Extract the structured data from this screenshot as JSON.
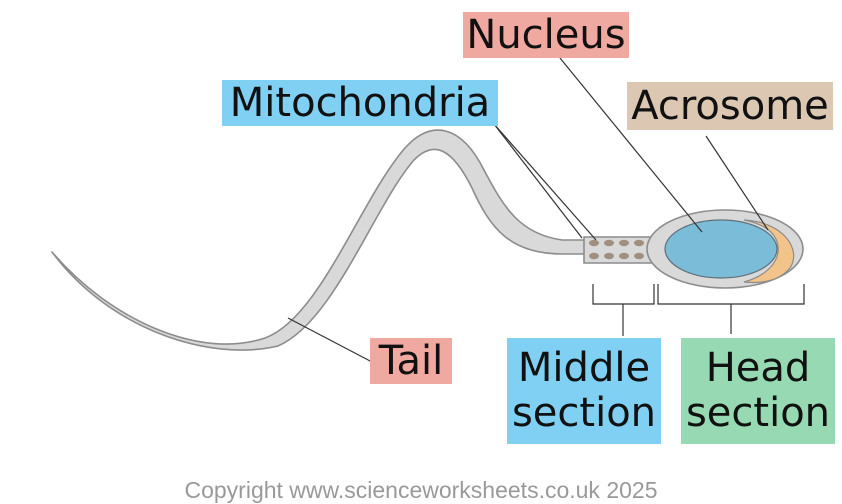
{
  "labels": {
    "nucleus": "Nucleus",
    "mitochondria": "Mitochondria",
    "acrosome": "Acrosome",
    "tail": "Tail",
    "middle_section": [
      "Middle",
      "section"
    ],
    "head_section": [
      "Head",
      "section"
    ]
  },
  "copyright": "Copyright www.scienceworksheets.co.uk 2025",
  "colors": {
    "nucleus_label_bg": "#f0a9a0",
    "mitochondria_label_bg": "#7fd0f2",
    "acrosome_label_bg": "#dcc7b3",
    "tail_label_bg": "#f0a9a0",
    "middle_label_bg": "#7fd0f2",
    "head_label_bg": "#96d9b2",
    "cell_body": "#d9d9d9",
    "cell_outline": "#8c8c8c",
    "nucleus_fill": "#7bbcd9",
    "acrosome_fill": "#f2c48a",
    "mitochondria_fill": "#a08f7e",
    "copyright_text": "#999999"
  }
}
